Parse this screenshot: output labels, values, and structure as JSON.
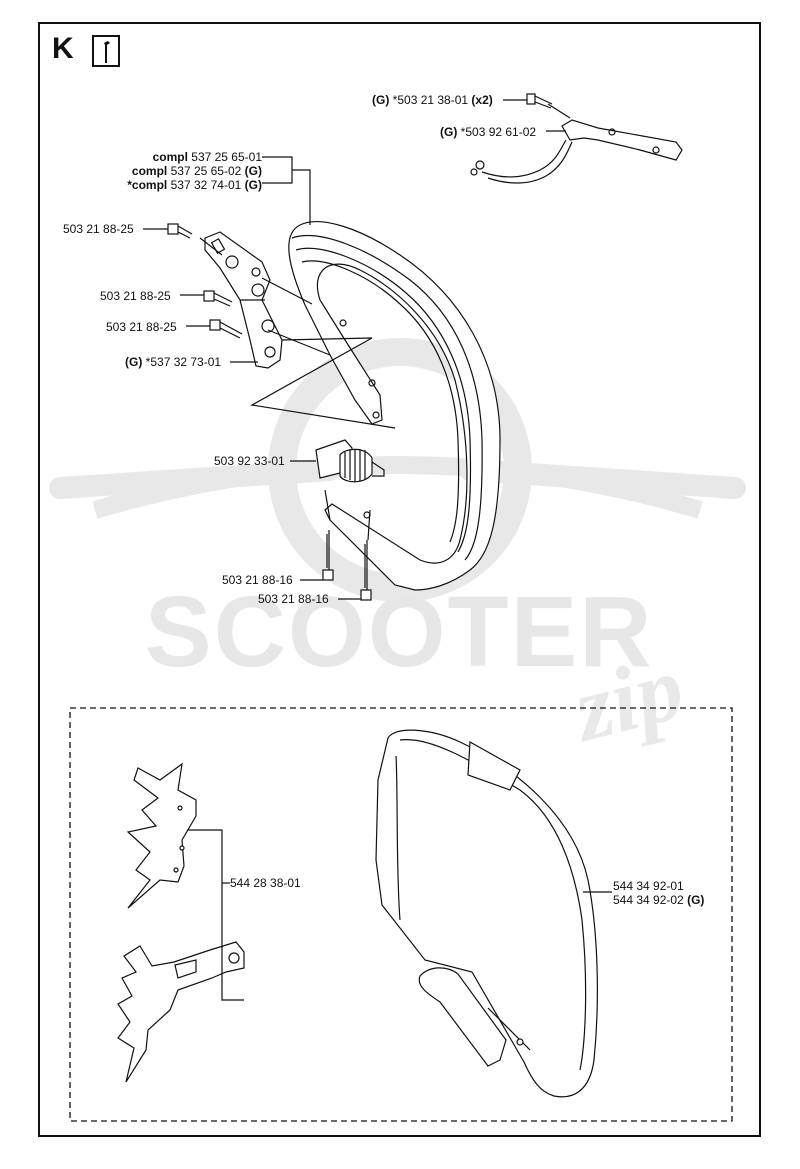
{
  "section": {
    "letter": "K",
    "tool_icon": "wrench-icon"
  },
  "watermark": {
    "brand": "SCOOTER",
    "suffix": "zip"
  },
  "labels": {
    "bolt_top": {
      "prefix": "(G)",
      "part": "*503 21 38-01",
      "qty": "(x2)"
    },
    "bracket_top": {
      "prefix": "(G)",
      "part": "*503 92 61-02"
    },
    "handle_compl_1": {
      "prefix": "compl",
      "part": "537 25 65-01"
    },
    "handle_compl_2": {
      "prefix": "compl",
      "part": "537 25 65-02",
      "suffix": "(G)"
    },
    "handle_compl_3": {
      "prefix": "*compl",
      "part": "537 32 74-01",
      "suffix": "(G)"
    },
    "screw_1": "503 21 88-25",
    "screw_2": "503 21 88-25",
    "screw_3": "503 21 88-25",
    "bracket_left": {
      "prefix": "(G)",
      "part": "*537 32 73-01"
    },
    "damper": "503 92 33-01",
    "screw_bottom_1": "503 21 88-16",
    "screw_bottom_2": "503 21 88-16",
    "spike": "544 28 38-01",
    "handle_alt_1": "544 34 92-01",
    "handle_alt_2": {
      "part": "544 34 92-02",
      "suffix": "(G)"
    }
  }
}
